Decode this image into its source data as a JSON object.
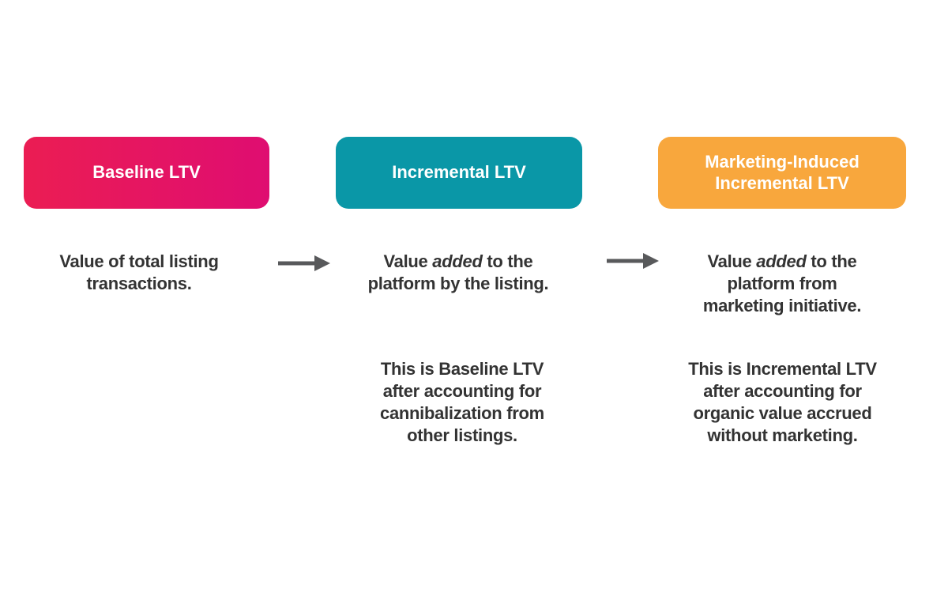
{
  "canvas": {
    "background": "#FFFFFF",
    "text_color": "#333333"
  },
  "arrow": {
    "color": "#58595B"
  },
  "boxes": [
    {
      "label": "Baseline LTV",
      "text_color": "#FFFFFF",
      "color_start": "#EB1D53",
      "color_end": "#DF0D71"
    },
    {
      "label": "Incremental LTV",
      "text_color": "#FFFFFF",
      "color": "#0A97A7"
    },
    {
      "label": "Marketing-Induced Incremental LTV",
      "text_color": "#FFFFFF",
      "color": "#F8A73D"
    }
  ],
  "descriptions": [
    {
      "text": "Value of total listing transactions.",
      "lines": [
        [
          [
            "Value of total listing",
            "n"
          ]
        ],
        [
          [
            "transactions.",
            "n"
          ]
        ]
      ]
    },
    {
      "text": "Value added to the platform by the listing.",
      "lines": [
        [
          [
            "Value ",
            "n"
          ],
          [
            "added",
            "i"
          ],
          [
            " to the",
            "n"
          ]
        ],
        [
          [
            "platform by the listing.",
            "n"
          ]
        ]
      ]
    },
    {
      "text": "Value added to the platform from marketing initiative.",
      "lines": [
        [
          [
            "Value ",
            "n"
          ],
          [
            "added",
            "i"
          ],
          [
            " to the",
            "n"
          ]
        ],
        [
          [
            "platform from",
            "n"
          ]
        ],
        [
          [
            "marketing initiative.",
            "n"
          ]
        ]
      ]
    }
  ],
  "notes": [
    {
      "text": "This is Baseline LTV after accounting for cannibalization from other listings.",
      "lines": [
        [
          [
            "This is Baseline LTV",
            "n"
          ]
        ],
        [
          [
            "after accounting for",
            "n"
          ]
        ],
        [
          [
            "cannibalization from",
            "n"
          ]
        ],
        [
          [
            "other listings.",
            "n"
          ]
        ]
      ]
    },
    {
      "text": "This is Incremental LTV after accounting for organic value accrued without marketing.",
      "lines": [
        [
          [
            "This is Incremental LTV",
            "n"
          ]
        ],
        [
          [
            "after accounting for",
            "n"
          ]
        ],
        [
          [
            "organic value accrued",
            "n"
          ]
        ],
        [
          [
            "without marketing.",
            "n"
          ]
        ]
      ]
    }
  ]
}
